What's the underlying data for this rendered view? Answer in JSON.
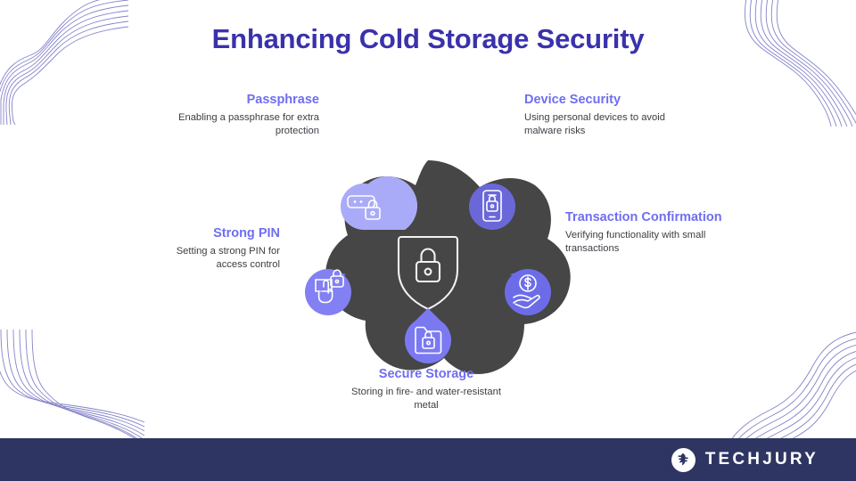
{
  "title": "Enhancing Cold Storage Security",
  "colors": {
    "title": "#3a32ab",
    "heading": "#6f6ef0",
    "body_text": "#3d3d44",
    "center_shape": "#464646",
    "petal_light": "#aaabf8",
    "petal_mid": "#8080f0",
    "petal_dark": "#6a68d8",
    "footer_bg": "#2e3562",
    "deco_lines": "#6f6ec0"
  },
  "center": {
    "icon": "shield-lock-icon"
  },
  "items": [
    {
      "key": "passphrase",
      "heading": "Passphrase",
      "body": "Enabling a passphrase for extra protection",
      "icon": "password-field-lock-icon",
      "color": "#aaabf8"
    },
    {
      "key": "device_security",
      "heading": "Device Security",
      "body": "Using personal devices to avoid malware risks",
      "icon": "mobile-phone-lock-icon",
      "color": "#6a68d8"
    },
    {
      "key": "transaction_confirmation",
      "heading": "Transaction Confirmation",
      "body": "Verifying functionality with small transactions",
      "icon": "hand-holding-dollar-coin-icon",
      "color": "#6d6ce8"
    },
    {
      "key": "secure_storage",
      "heading": "Secure Storage",
      "body": "Storing in fire- and water-resistant metal",
      "icon": "folder-lock-icon",
      "color": "#7b79f2"
    },
    {
      "key": "strong_pin",
      "heading": "Strong PIN",
      "body": "Setting a strong PIN for access control",
      "icon": "finger-tap-keypad-lock-icon",
      "color": "#8280f3"
    }
  ],
  "footer": {
    "brand_name": "TECHJURY",
    "brand_mark": "techjury-logo-icon"
  }
}
